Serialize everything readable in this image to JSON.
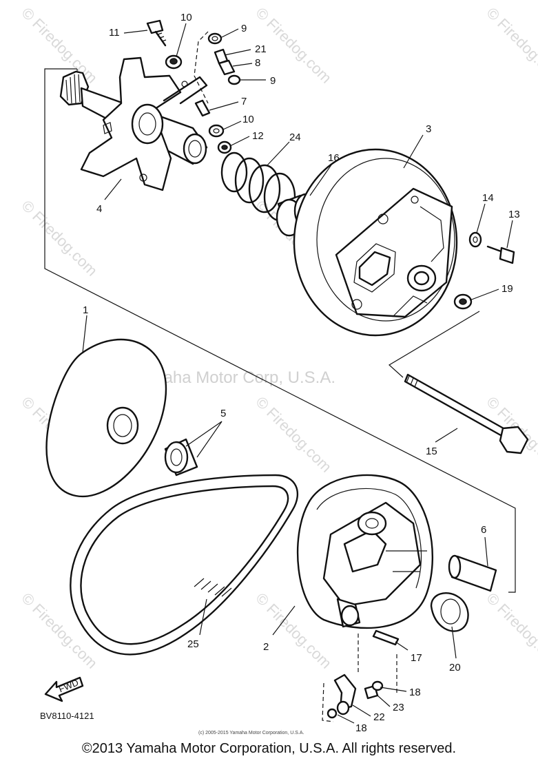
{
  "watermarks": {
    "firedog": "© Firedog.com",
    "yamaha": "Yamaha Motor Corp, U.S.A."
  },
  "callouts": [
    "1",
    "2",
    "3",
    "4",
    "5",
    "6",
    "7",
    "8",
    "9",
    "9",
    "10",
    "10",
    "11",
    "12",
    "13",
    "14",
    "15",
    "16",
    "17",
    "18",
    "18",
    "19",
    "20",
    "21",
    "22",
    "23",
    "24",
    "25"
  ],
  "diagram_code": "BV8110-4121",
  "fwd_label": "FWD",
  "tiny_copyright": "(c) 2005-2015 Yamaha Motor Corporation, U.S.A.",
  "footer": "©2013 Yamaha Motor Corporation, U.S.A. All rights reserved."
}
